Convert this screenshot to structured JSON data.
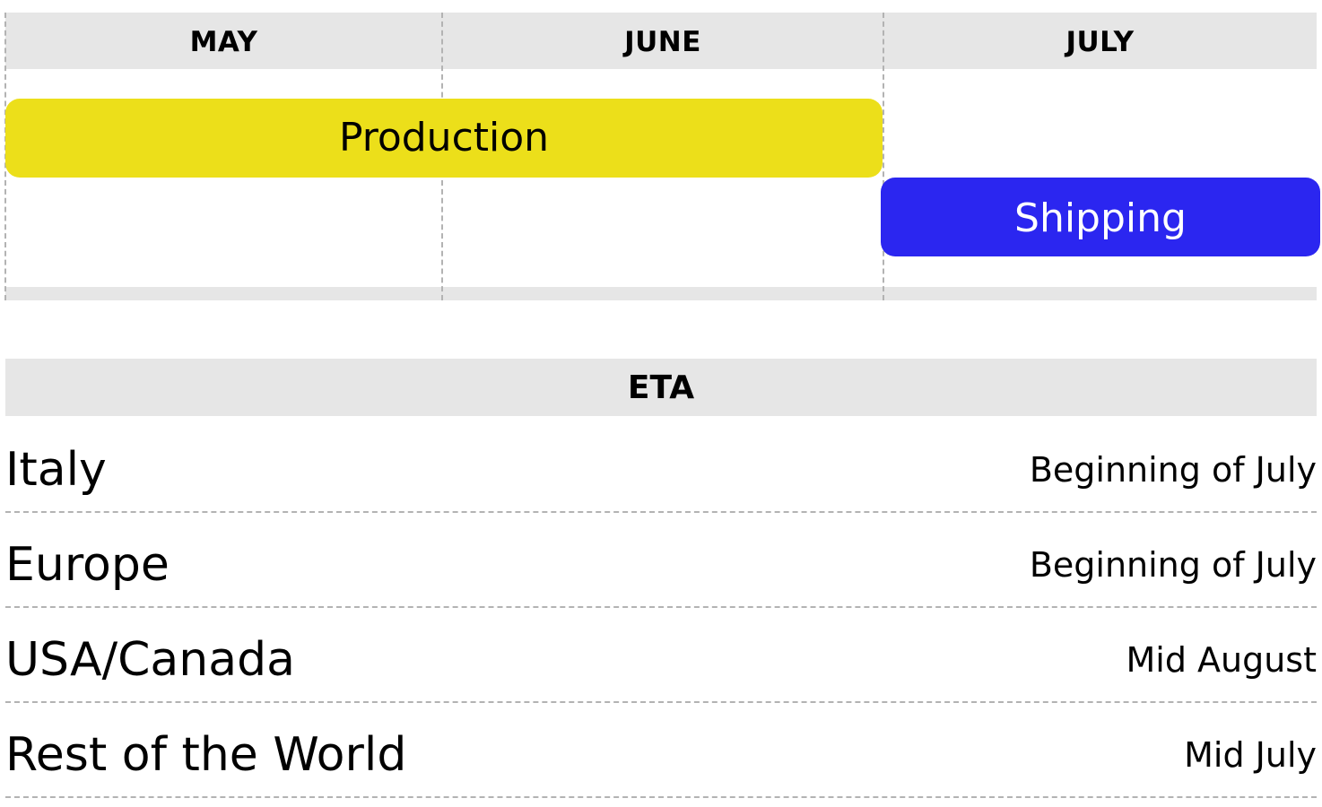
{
  "timeline": {
    "months": [
      "MAY",
      "JUNE",
      "JULY"
    ],
    "phases": [
      {
        "label": "Production",
        "color": "#ecdf1a",
        "start": "MAY",
        "end": "JUNE"
      },
      {
        "label": "Shipping",
        "color": "#2b26f0",
        "start": "JULY",
        "end": "JULY"
      }
    ]
  },
  "eta": {
    "title": "ETA",
    "rows": [
      {
        "region": "Italy",
        "date": "Beginning of July"
      },
      {
        "region": "Europe",
        "date": "Beginning of July"
      },
      {
        "region": "USA/Canada",
        "date": "Mid August"
      },
      {
        "region": "Rest of the World",
        "date": "Mid July"
      }
    ]
  }
}
